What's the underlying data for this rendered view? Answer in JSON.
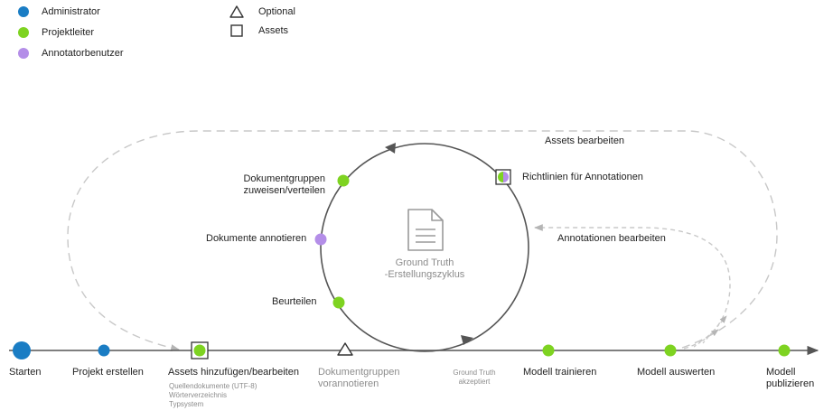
{
  "legend": {
    "roles": [
      {
        "label": "Administrator",
        "color": "#1a7dc4"
      },
      {
        "label": "Projektleiter",
        "color": "#7ed321"
      },
      {
        "label": "Annotatorbenutzer",
        "color": "#b48ee8"
      }
    ],
    "symbols": [
      {
        "label": "Optional",
        "icon": "triangle-icon"
      },
      {
        "label": "Assets",
        "icon": "square-icon"
      }
    ]
  },
  "timeline": {
    "steps": [
      {
        "label": "Starten",
        "role": "Administrator"
      },
      {
        "label": "Projekt erstellen",
        "role": "Administrator"
      },
      {
        "label": "Assets hinzufügen/bearbeiten",
        "role": "Projektleiter",
        "asset": true,
        "sub": [
          "Quellendokumente (UTF-8)",
          "Wörterverzeichnis",
          "Typsystem"
        ]
      },
      {
        "label_line1": "Dokumentgruppen",
        "label_line2": "vorannotieren",
        "optional": true
      },
      {
        "label_line1": "Ground Truth",
        "label_line2": "akzeptiert"
      },
      {
        "label": "Modell trainieren",
        "role": "Projektleiter"
      },
      {
        "label": "Modell auswerten",
        "role": "Projektleiter"
      },
      {
        "label_line1": "Modell",
        "label_line2": "publizieren",
        "role": "Projektleiter"
      }
    ]
  },
  "cycle": {
    "center_line1": "Ground Truth",
    "center_line2": "-Erstellungszyklus",
    "center_icon": "document-icon",
    "nodes": {
      "richtlinien": "Richtlinien für Annotationen",
      "zuweisen_line1": "Dokumentgruppen",
      "zuweisen_line2": "zuweisen/verteilen",
      "annotieren": "Dokumente annotieren",
      "beurteilen": "Beurteilen"
    }
  },
  "feedback": {
    "assets_bearbeiten": "Assets bearbeiten",
    "annotationen_bearbeiten": "Annotationen bearbeiten"
  },
  "colors": {
    "administrator": "#1a7dc4",
    "projektleiter": "#7ed321",
    "annotator": "#b48ee8",
    "line": "#555555",
    "dashed": "#c8c8c8"
  }
}
